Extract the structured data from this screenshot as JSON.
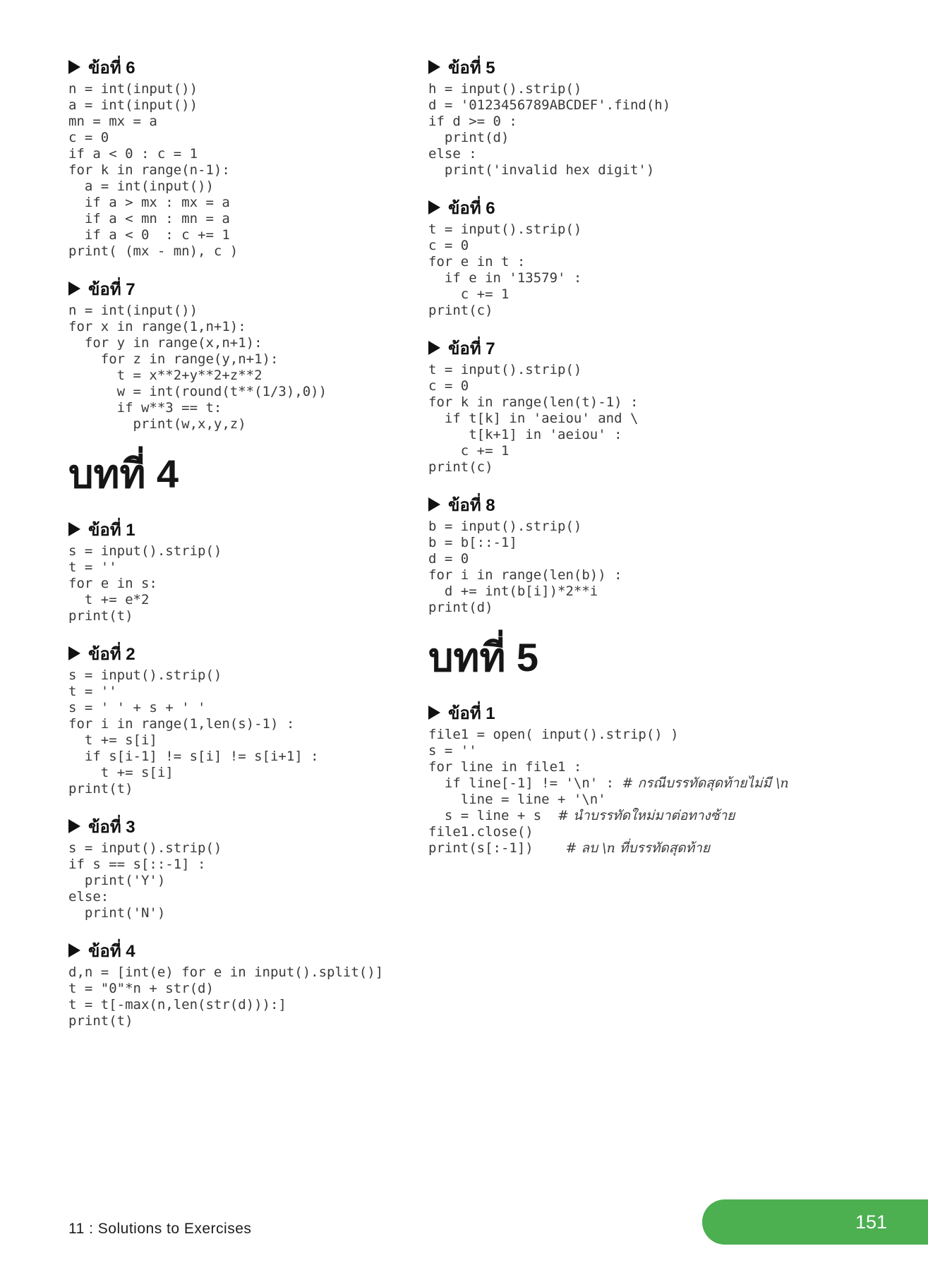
{
  "accent_green": "#4caf50",
  "footer": {
    "left_text": "11 : Solutions to Exercises",
    "page_number": "151"
  },
  "columns": {
    "left": [
      {
        "kind": "problem",
        "title": "ข้อที่ 6",
        "code": [
          "n = int(input())",
          "a = int(input())",
          "mn = mx = a",
          "c = 0",
          "if a < 0 : c = 1",
          "for k in range(n-1):",
          "  a = int(input())",
          "  if a > mx : mx = a",
          "  if a < mn : mn = a",
          "  if a < 0  : c += 1",
          "print( (mx - mn), c )"
        ]
      },
      {
        "kind": "problem",
        "title": "ข้อที่ 7",
        "code": [
          "n = int(input())",
          "for x in range(1,n+1):",
          "  for y in range(x,n+1):",
          "    for z in range(y,n+1):",
          "      t = x**2+y**2+z**2",
          "      w = int(round(t**(1/3),0))",
          "      if w**3 == t:",
          "        print(w,x,y,z)"
        ]
      },
      {
        "kind": "chapter",
        "title": "บทที่ 4"
      },
      {
        "kind": "problem",
        "title": "ข้อที่ 1",
        "code": [
          "s = input().strip()",
          "t = ''",
          "for e in s:",
          "  t += e*2",
          "print(t)"
        ]
      },
      {
        "kind": "problem",
        "title": "ข้อที่ 2",
        "code": [
          "s = input().strip()",
          "t = ''",
          "s = ' ' + s + ' '",
          "for i in range(1,len(s)-1) :",
          "  t += s[i]",
          "  if s[i-1] != s[i] != s[i+1] :",
          "    t += s[i]",
          "print(t)"
        ]
      },
      {
        "kind": "problem",
        "title": "ข้อที่ 3",
        "code": [
          "s = input().strip()",
          "if s == s[::-1] :",
          "  print('Y')",
          "else:",
          "  print('N')"
        ]
      },
      {
        "kind": "problem",
        "title": "ข้อที่ 4",
        "code": [
          "d,n = [int(e) for e in input().split()]",
          "t = \"0\"*n + str(d)",
          "t = t[-max(n,len(str(d))):]",
          "print(t)"
        ]
      }
    ],
    "right": [
      {
        "kind": "problem",
        "title": "ข้อที่ 5",
        "code": [
          "h = input().strip()",
          "d = '0123456789ABCDEF'.find(h)",
          "if d >= 0 :",
          "  print(d)",
          "else :",
          "  print('invalid hex digit')"
        ]
      },
      {
        "kind": "problem",
        "title": "ข้อที่ 6",
        "code": [
          "t = input().strip()",
          "c = 0",
          "for e in t :",
          "  if e in '13579' :",
          "    c += 1",
          "print(c)"
        ]
      },
      {
        "kind": "problem",
        "title": "ข้อที่ 7",
        "code": [
          "t = input().strip()",
          "c = 0",
          "for k in range(len(t)-1) :",
          "  if t[k] in 'aeiou' and \\",
          "     t[k+1] in 'aeiou' :",
          "    c += 1",
          "print(c)"
        ]
      },
      {
        "kind": "problem",
        "title": "ข้อที่ 8",
        "code": [
          "b = input().strip()",
          "b = b[::-1]",
          "d = 0",
          "for i in range(len(b)) :",
          "  d += int(b[i])*2**i",
          "print(d)"
        ]
      },
      {
        "kind": "chapter",
        "title": "บทที่ 5"
      },
      {
        "kind": "problem",
        "title": "ข้อที่ 1",
        "code": [
          "file1 = open( input().strip() )",
          "s = ''",
          "for line in file1 :",
          [
            "  if line[-1] != '\\n' : ",
            "# กรณีบรรทัดสุดท้ายไม่มี \\n"
          ],
          "    line = line + '\\n'",
          [
            "  s = line + s  ",
            "# นำบรรทัดใหม่มาต่อทางซ้าย"
          ],
          "file1.close()",
          [
            "print(s[:-1])    ",
            "# ลบ \\n ที่บรรทัดสุดท้าย"
          ]
        ]
      }
    ]
  }
}
